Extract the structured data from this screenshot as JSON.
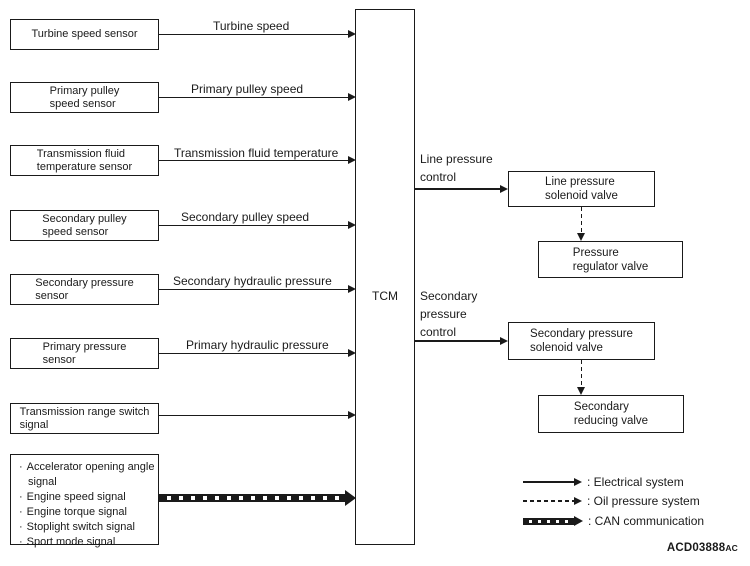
{
  "diagram": {
    "tcm_label": "TCM",
    "can_bullet": "·",
    "inputs": [
      {
        "box": [
          "Turbine speed sensor"
        ],
        "signal": "Turbine speed"
      },
      {
        "box": [
          "Primary pulley",
          "speed sensor"
        ],
        "signal": "Primary pulley speed"
      },
      {
        "box": [
          "Transmission fluid",
          "temperature sensor"
        ],
        "signal": "Transmission fluid temperature"
      },
      {
        "box": [
          "Secondary pulley",
          "speed sensor"
        ],
        "signal": "Secondary pulley speed"
      },
      {
        "box": [
          "Secondary pressure",
          "sensor"
        ],
        "signal": "Secondary hydraulic pressure"
      },
      {
        "box": [
          "Primary pressure",
          "sensor"
        ],
        "signal": "Primary hydraulic pressure"
      },
      {
        "box": [
          "Transmission range switch",
          "signal"
        ],
        "signal": ""
      }
    ],
    "can_inputs": [
      "Accelerator opening angle signal",
      "Engine speed signal",
      "Engine torque signal",
      "Stoplight switch signal",
      "Sport mode signal"
    ],
    "outputs": [
      {
        "control": [
          "Line pressure",
          "control"
        ],
        "solenoid": [
          "Line pressure",
          "solenoid valve"
        ],
        "downstream": [
          "Pressure",
          "regulator valve"
        ]
      },
      {
        "control": [
          "Secondary",
          "pressure",
          "control"
        ],
        "solenoid": [
          "Secondary pressure",
          "solenoid valve"
        ],
        "downstream": [
          "Secondary",
          "reducing valve"
        ]
      }
    ],
    "legend": {
      "electrical": ": Electrical system",
      "oil": ": Oil pressure system",
      "can": ": CAN communication"
    },
    "figure_code": "ACD03888",
    "figure_code_suffix": "AC"
  }
}
